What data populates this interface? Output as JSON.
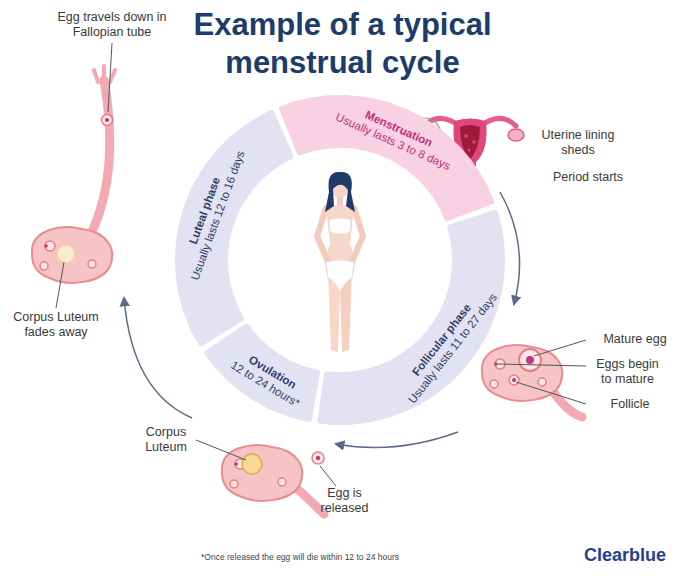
{
  "diagram": {
    "title": "Example of a typical menstrual cycle",
    "caption": "*Once released the egg will die within 12 to 24 hours",
    "nodes": [
      {
        "text": [
          "Menstruation",
          "Usually lasts 3 to 8 days"
        ]
      },
      {
        "text": [
          "Follicular phase",
          "Usually lasts 11 to 27 days"
        ]
      },
      {
        "text": [
          "Ovulation",
          "12 to 24 hours*"
        ]
      },
      {
        "text": [
          "Luteal phase",
          "Usually lasts 12 to 16 days"
        ]
      }
    ],
    "labels": [
      "Egg travels down in Fallopian tube",
      "Uterine lining sheds",
      "Period starts",
      "Corpus Luteum fades away",
      "Mature egg",
      "Eggs begin to mature",
      "Follicle",
      "Corpus Luteum",
      "Egg is released",
      "Clearblue"
    ]
  }
}
